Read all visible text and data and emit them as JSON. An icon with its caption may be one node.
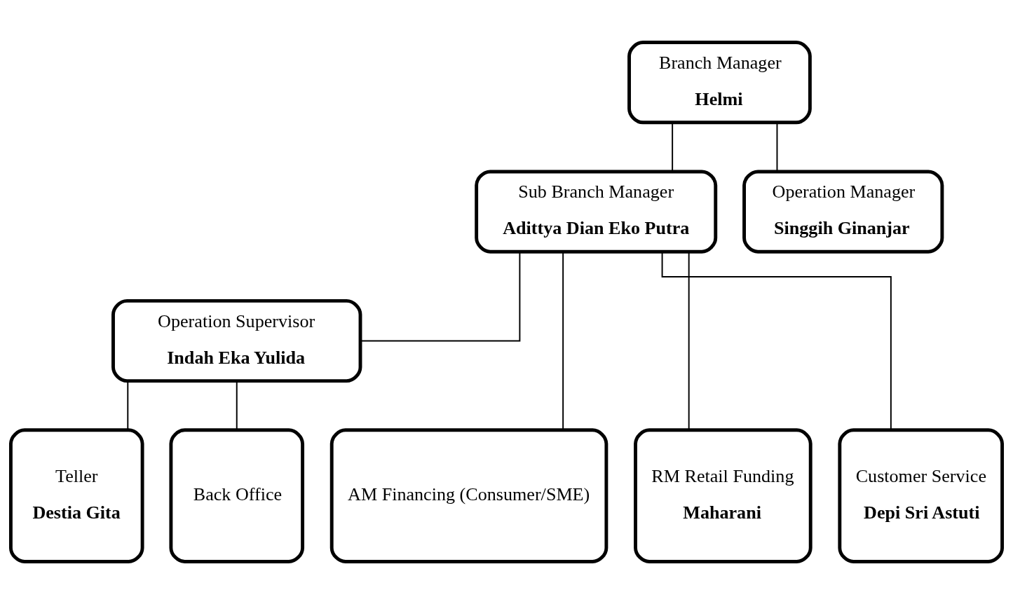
{
  "diagram": {
    "nodes": [
      {
        "text": [
          "Branch Manager",
          "Helmi"
        ]
      },
      {
        "text": [
          "Sub Branch Manager",
          "Adittya Dian Eko Putra"
        ]
      },
      {
        "text": [
          "Operation Manager",
          "Singgih Ginanjar"
        ]
      },
      {
        "text": [
          "Operation Supervisor",
          "Indah Eka Yulida"
        ]
      },
      {
        "text": [
          "AM Financing (Consumer/SME)"
        ]
      },
      {
        "text": [
          "RM Retail Funding",
          "Maharani"
        ]
      },
      {
        "text": [
          "Customer Service",
          "Depi Sri Astuti"
        ]
      },
      {
        "text": [
          "Teller",
          "Destia Gita"
        ]
      },
      {
        "text": [
          "Back Office"
        ]
      }
    ],
    "edges": [
      {
        "from": 0,
        "to": 1,
        "arrow": "none"
      },
      {
        "from": 0,
        "to": 2,
        "arrow": "none"
      },
      {
        "from": 1,
        "to": 3,
        "arrow": "none"
      },
      {
        "from": 1,
        "to": 4,
        "arrow": "none"
      },
      {
        "from": 1,
        "to": 5,
        "arrow": "none"
      },
      {
        "from": 1,
        "to": 6,
        "arrow": "none"
      },
      {
        "from": 3,
        "to": 7,
        "arrow": "none"
      },
      {
        "from": 3,
        "to": 8,
        "arrow": "none"
      }
    ]
  }
}
